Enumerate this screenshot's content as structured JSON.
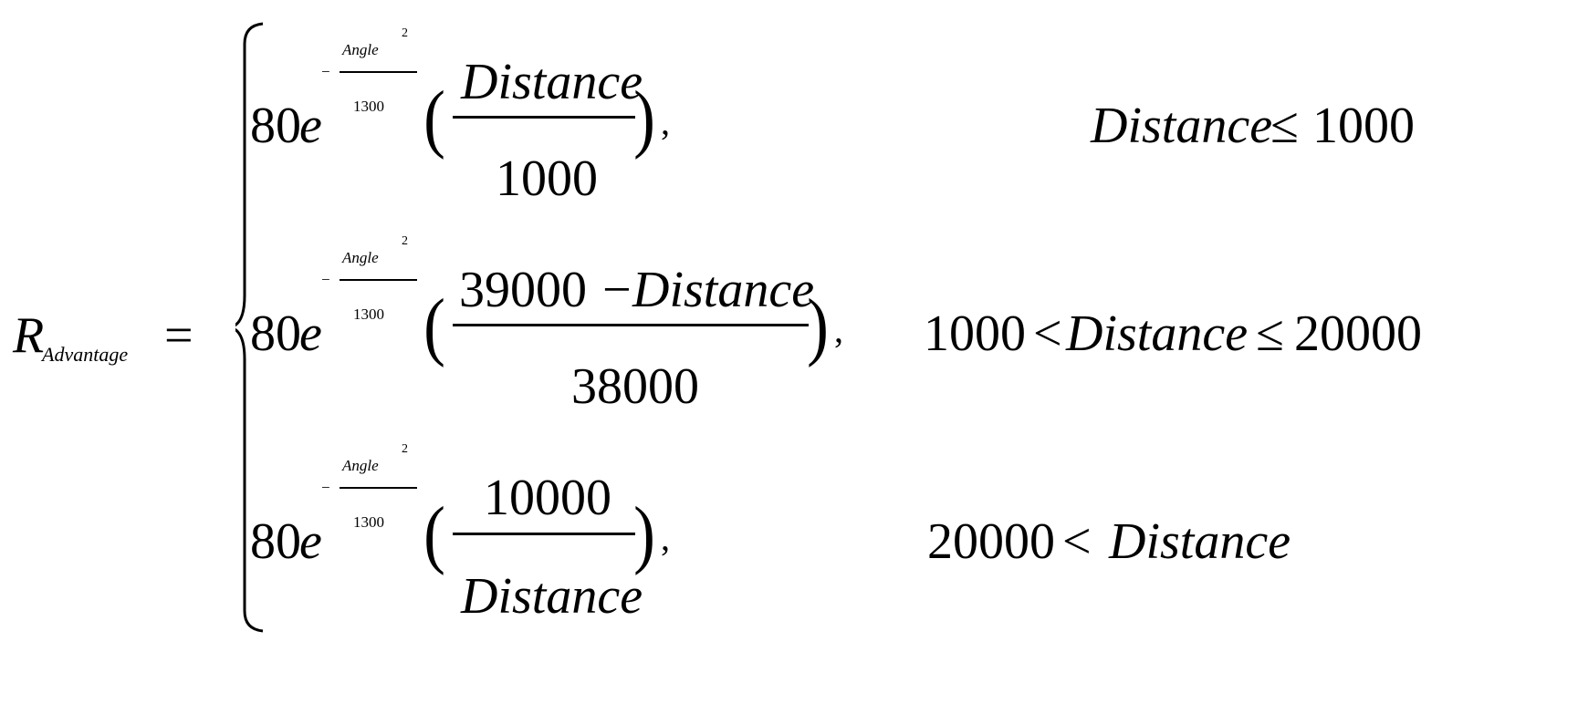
{
  "lhs": {
    "symbol": "R",
    "subscript": "Advantage",
    "equals": "="
  },
  "cases": [
    {
      "coefficient": "80",
      "base": "e",
      "exp_sign": "−",
      "exp_numerator": "Angle",
      "exp_power": "2",
      "exp_denominator": "1300",
      "open_paren": "(",
      "frac_numerator": "Distance",
      "frac_numerator_italic": true,
      "frac_denominator": "1000",
      "frac_denominator_italic": false,
      "close_paren": ")",
      "comma": ",",
      "condition": {
        "left": "",
        "left_op": "",
        "variable": "Distance",
        "right_op": "≤",
        "right": "1000"
      }
    },
    {
      "coefficient": "80",
      "base": "e",
      "exp_sign": "−",
      "exp_numerator": "Angle",
      "exp_power": "2",
      "exp_denominator": "1300",
      "open_paren": "(",
      "frac_numerator_num": "39000",
      "frac_numerator_op": "−",
      "frac_numerator_var": "Distance",
      "frac_denominator": "38000",
      "close_paren": ")",
      "comma": ",",
      "condition": {
        "left": "1000",
        "left_op": "<",
        "variable": "Distance",
        "right_op": "≤",
        "right": "20000"
      }
    },
    {
      "coefficient": "80",
      "base": "e",
      "exp_sign": "−",
      "exp_numerator": "Angle",
      "exp_power": "2",
      "exp_denominator": "1300",
      "open_paren": "(",
      "frac_numerator": "10000",
      "frac_denominator": "Distance",
      "close_paren": ")",
      "comma": ",",
      "condition": {
        "left": "20000",
        "left_op": "<",
        "variable": "Distance",
        "right_op": "",
        "right": ""
      }
    }
  ]
}
